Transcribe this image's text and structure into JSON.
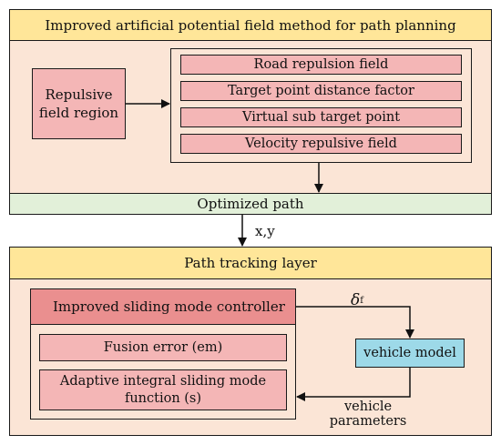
{
  "planning": {
    "title": "Improved artificial potential field method for path planning",
    "repulsive_region": "Repulsive field region",
    "fields": [
      "Road repulsion field",
      "Target point distance factor",
      "Virtual sub target point",
      "Velocity repulsive field"
    ],
    "optimized_path": "Optimized path"
  },
  "link_label": "x,y",
  "tracking": {
    "title": "Path tracking layer",
    "controller": "Improved sliding mode controller",
    "fusion_error": "Fusion error (em)",
    "adaptive_fn_line1": "Adaptive integral sliding mode",
    "adaptive_fn_line2": "function (s)",
    "vehicle_model": "vehicle model",
    "delta_symbol": "δ",
    "delta_subscript": "f",
    "vehicle_parameters": "vehicle parameters"
  },
  "colors": {
    "title_band": "#FFE699",
    "panel_fill": "#FBE5D6",
    "path_band": "#E2F0D9",
    "item_fill": "#F4B6B6",
    "controller_fill": "#EA8F8F",
    "vehicle_fill": "#9DD9E8"
  }
}
